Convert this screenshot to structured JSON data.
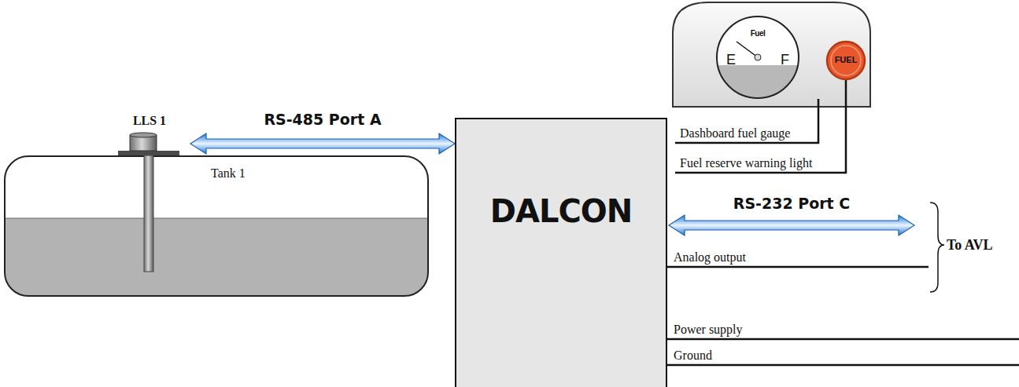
{
  "diagram": {
    "nodes": [
      {
        "text": [
          "Tank 1"
        ]
      },
      {
        "text": [
          "LLS 1"
        ]
      },
      {
        "text": [
          "DALCON"
        ]
      },
      {
        "text": [
          "Fuel",
          "E",
          "F"
        ]
      },
      {
        "text": [
          "FUEL"
        ]
      }
    ],
    "edges": [
      {
        "from": 1,
        "to": 2,
        "label": "RS-485 Port A",
        "arrow": "both"
      },
      {
        "from": 2,
        "to": 3,
        "label": "Dashboard fuel gauge",
        "arrow": "none"
      },
      {
        "from": 2,
        "to": 4,
        "label": "Fuel reserve warning light",
        "arrow": "none"
      }
    ],
    "labels": [
      "RS-232 Port C",
      "Analog output",
      "Power supply",
      "Ground",
      "To AVL"
    ]
  }
}
